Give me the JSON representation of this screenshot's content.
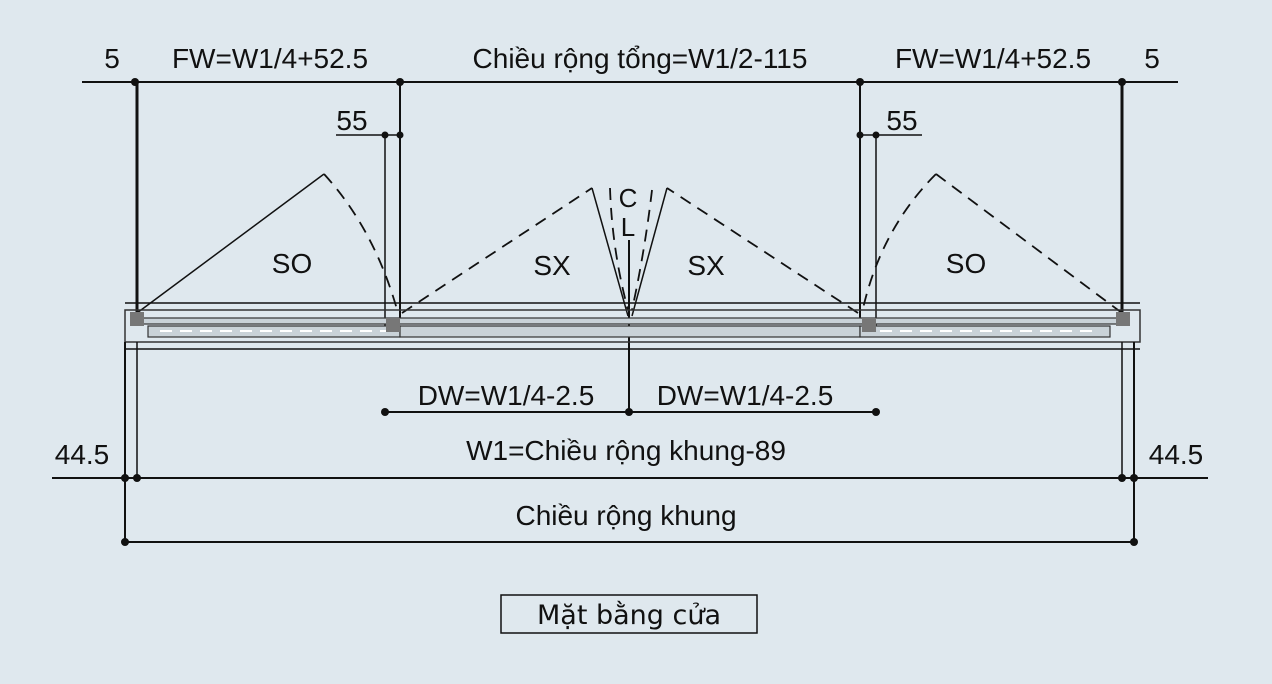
{
  "dimensions": {
    "left_edge": "5",
    "right_edge": "5",
    "fw_left": "FW=W1/4+52.5",
    "fw_right": "FW=W1/4+52.5",
    "total_width": "Chiều rộng tổng=W1/2-115",
    "offset_left": "55",
    "offset_right": "55",
    "dw_left": "DW=W1/4-2.5",
    "dw_right": "DW=W1/4-2.5",
    "w1": "W1=Chiều rộng khung-89",
    "margin_left": "44.5",
    "margin_right": "44.5",
    "frame_width": "Chiều rộng khung"
  },
  "panels": {
    "outer_left": "SO",
    "inner_left": "SX",
    "inner_right": "SX",
    "outer_right": "SO"
  },
  "centerline": {
    "c": "C",
    "l": "L"
  },
  "caption": "Mặt bằng cửa"
}
